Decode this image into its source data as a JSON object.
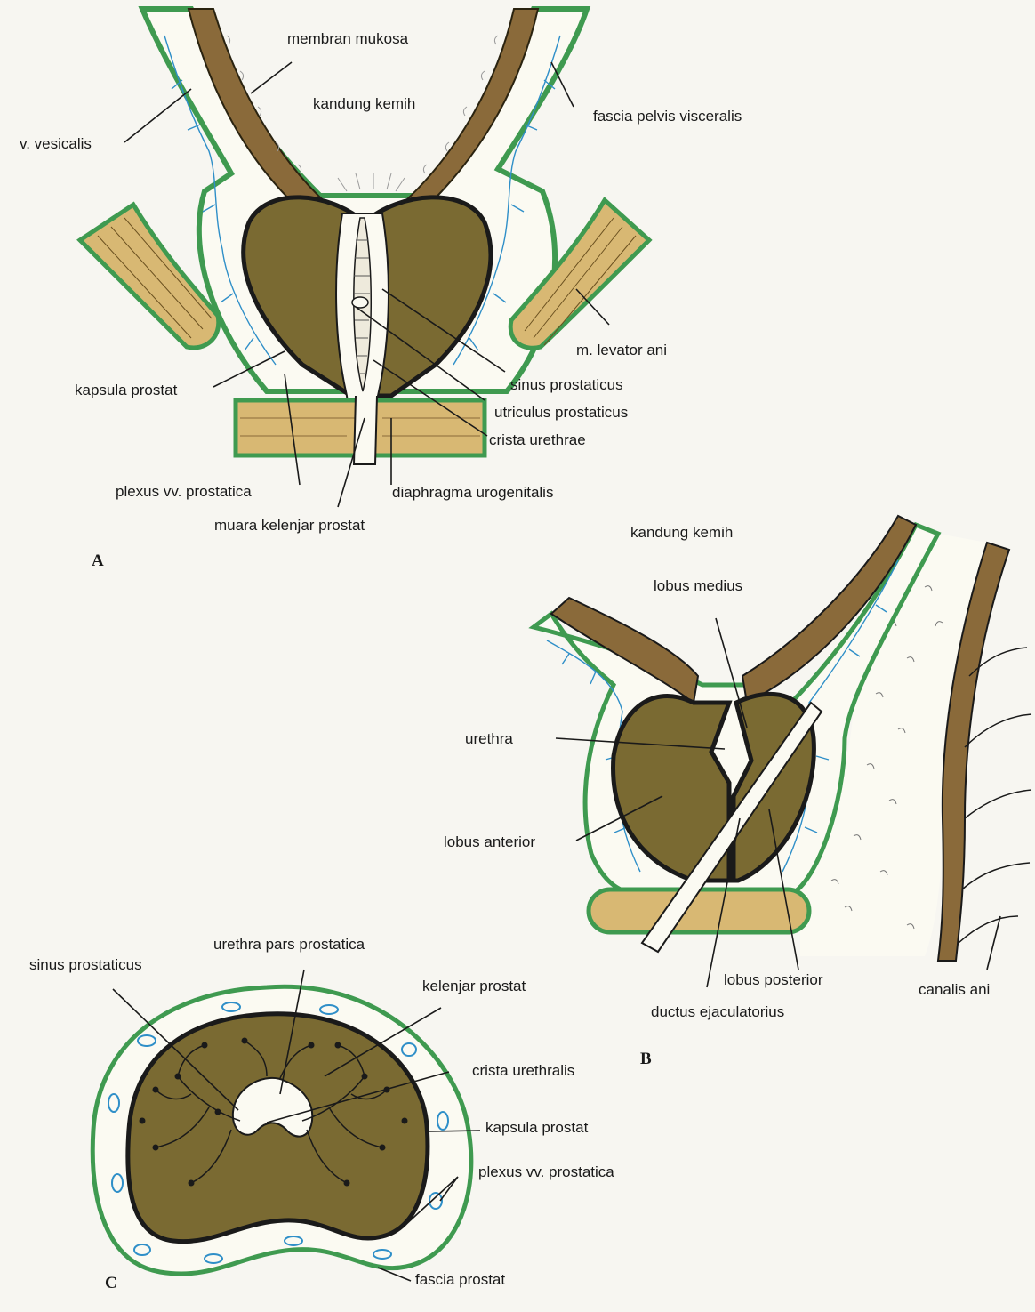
{
  "panel_a": {
    "letter": "A",
    "labels": {
      "membran_mukosa": "membran mukosa",
      "kandung_kemih": "kandung kemih",
      "fascia_pelvis": "fascia pelvis visceralis",
      "v_vesicalis": "v. vesicalis",
      "levator_ani": "m. levator ani",
      "kapsula_prostat": "kapsula prostat",
      "sinus_prostaticus": "sinus prostaticus",
      "utriculus_prostaticus": "utriculus prostaticus",
      "crista_urethrae": "crista urethrae",
      "plexus": "plexus vv. prostatica",
      "diaphragma": "diaphragma urogenitalis",
      "muara": "muara kelenjar prostat"
    }
  },
  "panel_b": {
    "letter": "B",
    "labels": {
      "kandung_kemih": "kandung kemih",
      "lobus_medius": "lobus medius",
      "urethra": "urethra",
      "lobus_anterior": "lobus anterior",
      "lobus_posterior": "lobus posterior",
      "ductus": "ductus ejaculatorius",
      "canalis_ani": "canalis ani"
    }
  },
  "panel_c": {
    "letter": "C",
    "labels": {
      "sinus_prostaticus": "sinus prostaticus",
      "urethra_pars": "urethra pars prostatica",
      "kelenjar_prostat": "kelenjar prostat",
      "crista_urethralis": "crista urethralis",
      "kapsula_prostat": "kapsula prostat",
      "plexus": "plexus vv. prostatica",
      "fascia_prostat": "fascia prostat"
    }
  },
  "colors": {
    "prostate": "#7a6a32",
    "muscle": "#8a6a3a",
    "fascia": "#3f9a50",
    "vein": "#2f8fc8",
    "diaphragm": "#d8b873",
    "mucosa": "#faf8ef"
  }
}
